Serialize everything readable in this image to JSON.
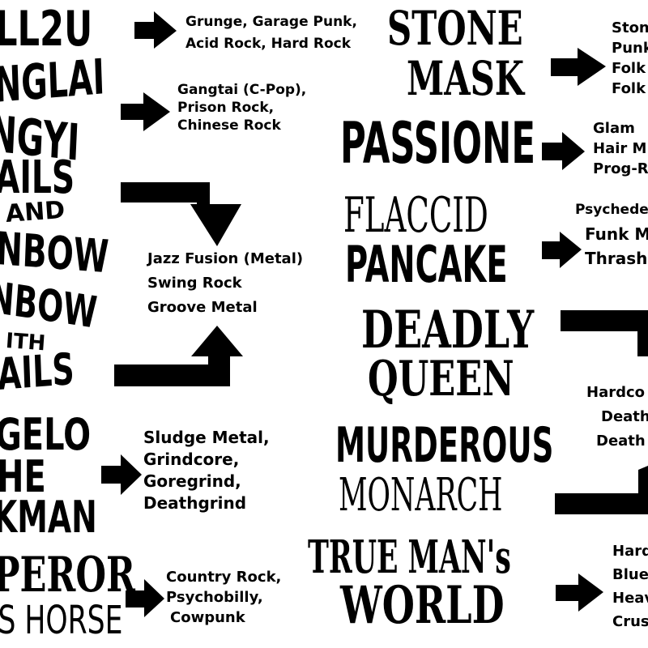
{
  "left_bands": {
    "kill2u": "LL2U",
    "canglai_a": "NGLAI",
    "canglai_b": "NGYI",
    "tails_a": "AILS",
    "tails_b": "AND",
    "tails_c": "NBOW",
    "rainbow_a": "NBOW",
    "rainbow_b": "ITH",
    "rainbow_c": "AILS",
    "angelo_a": "GELO",
    "angelo_b": "HE",
    "angelo_c": "KMAN",
    "emperor_a": "PEROR",
    "emperor_b": "'S HORSE"
  },
  "right_bands": {
    "stone_a": "STONE",
    "stone_b": "MASK",
    "passione": "PASSIONE",
    "flaccid_a": "FLACCID",
    "flaccid_b": "PANCAKE",
    "deadly_a": "DEADLY",
    "deadly_b": "QUEEN",
    "murderous_a": "MURDEROUS",
    "murderous_b": "MONARCH",
    "trueman_a": "TRUE MAN's",
    "trueman_b": "WORLD"
  },
  "genres": {
    "kill2u": [
      "Grunge, Garage Punk,",
      "Acid Rock, Hard Rock"
    ],
    "canglai": [
      "Gangtai (C-Pop),",
      "Prison Rock,",
      "Chinese Rock"
    ],
    "fusion": [
      "Jazz Fusion (Metal)",
      "Swing Rock",
      "Groove Metal"
    ],
    "angelo": [
      "Sludge Metal,",
      "Grindcore,",
      "Goregrind,",
      "Deathgrind"
    ],
    "emperor": [
      "Country Rock,",
      "Psychobilly,",
      "Cowpunk"
    ],
    "stone": [
      "Ston",
      "Punk",
      "Folk",
      "Folk"
    ],
    "passione": [
      "Glam",
      "Hair M",
      "Prog-R"
    ],
    "flaccid": [
      "Psychede",
      "Funk M",
      "Thrash"
    ],
    "deadly": [
      "Hardco",
      "Death",
      "Death"
    ],
    "trueman": [
      "Hard",
      "Blue",
      "Heav",
      "Crus"
    ]
  },
  "colors": {
    "ink": "#000000",
    "paper": "#ffffff"
  }
}
